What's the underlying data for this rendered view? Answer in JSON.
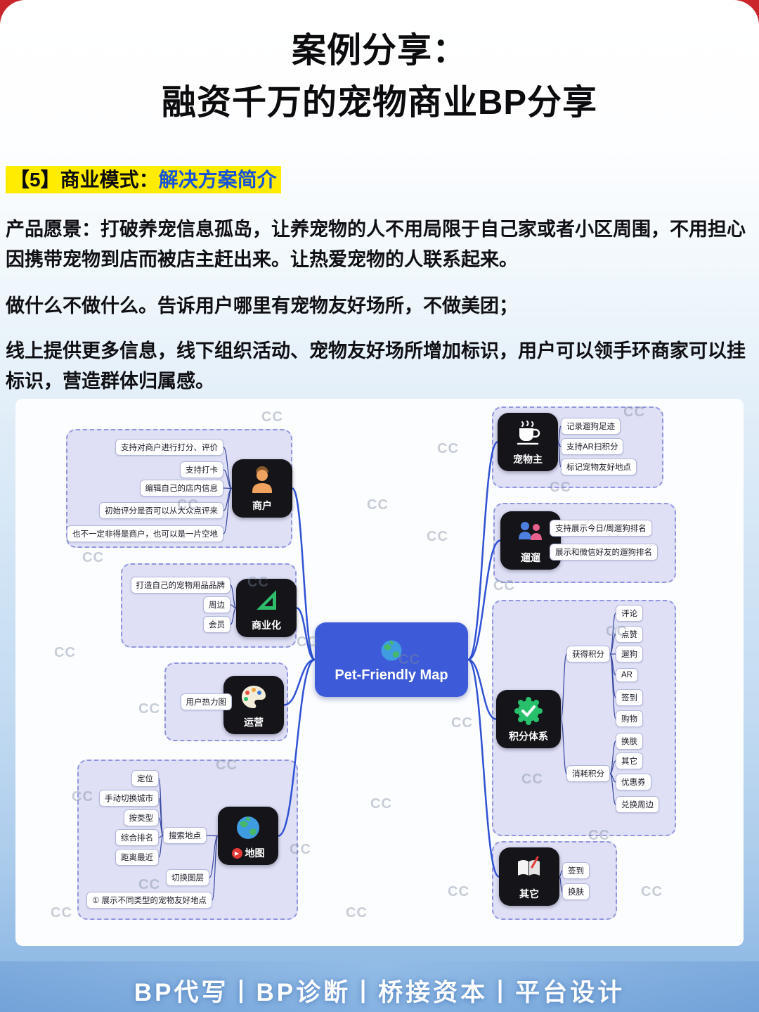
{
  "post": {
    "title_line1": "案例分享：",
    "title_line2": "融资千万的宠物商业BP分享",
    "section_header": {
      "prefix": "【5】商业模式：",
      "highlight": "解决方案简介"
    },
    "paragraphs": [
      "产品愿景：打破养宠信息孤岛，让养宠物的人不用局限于自己家或者小区周围，不用担心因携带宠物到店而被店主赶出来。让热爱宠物的人联系起来。",
      "做什么不做什么。告诉用户哪里有宠物友好场所，不做美团；",
      "线上提供更多信息，线下组织活动、宠物友好场所增加标识，用户可以领手环商家可以挂标识，营造群体归属感。"
    ],
    "footer": "BP代写丨BP诊断丨桥接资本丨平台设计",
    "watermark": "CC"
  },
  "colors": {
    "highlight_yellow": "#ffec00",
    "accent_blue": "#1653d6",
    "center_node_blue": "#3d5ad8",
    "frame_red": "#c9252b",
    "cluster_fill": "#d9dbf5",
    "cluster_dash": "#9196dc",
    "main_curve": "#2f52d4"
  },
  "mindmap": {
    "center": {
      "label": "Pet-Friendly Map",
      "icon": "globe-icon"
    },
    "branches": {
      "merchant": {
        "label": "商户",
        "icon": "person-icon",
        "leaves": [
          "支持对商户进行打分、评价",
          "支持打卡",
          "编辑自己的店内信息",
          "初始评分是否可以从大众点评来",
          "也不一定非得是商户，也可以是一片空地"
        ]
      },
      "commercial": {
        "label": "商业化",
        "icon": "set-square-icon",
        "leaves": [
          "打造自己的宠物用品品牌",
          "周边",
          "会员"
        ]
      },
      "operation": {
        "label": "运营",
        "icon": "palette-icon",
        "leaves": [
          "用户热力图"
        ]
      },
      "map": {
        "label": "地图",
        "icon": "map-globe-icon",
        "play_glyph": "▶",
        "search_node": "搜索地点",
        "search_leaves": [
          "定位",
          "手动切换城市",
          "按类型",
          "综合排名",
          "距离最近"
        ],
        "other_leaves": [
          "切换图层",
          "① 展示不同类型的宠物友好地点"
        ]
      },
      "pet_owner": {
        "label": "宠物主",
        "icon": "coffee-icon",
        "leaves": [
          "记录遛狗足迹",
          "支持AR扫积分",
          "标记宠物友好地点"
        ]
      },
      "walk": {
        "label": "遛遛",
        "icon": "people-icon",
        "leaves": [
          "支持展示今日/周遛狗排名",
          "展示和微信好友的遛狗排名"
        ]
      },
      "points": {
        "label": "积分体系",
        "icon": "check-badge-icon",
        "earn_node": "获得积分",
        "earn_leaves": [
          "评论",
          "点赞",
          "遛狗",
          "AR",
          "签到",
          "购物"
        ],
        "spend_node": "消耗积分",
        "spend_leaves": [
          "换肤",
          "其它",
          "优惠券",
          "兑换周边"
        ]
      },
      "other": {
        "label": "其它",
        "icon": "book-icon",
        "leaves": [
          "签到",
          "换肤"
        ]
      }
    }
  }
}
